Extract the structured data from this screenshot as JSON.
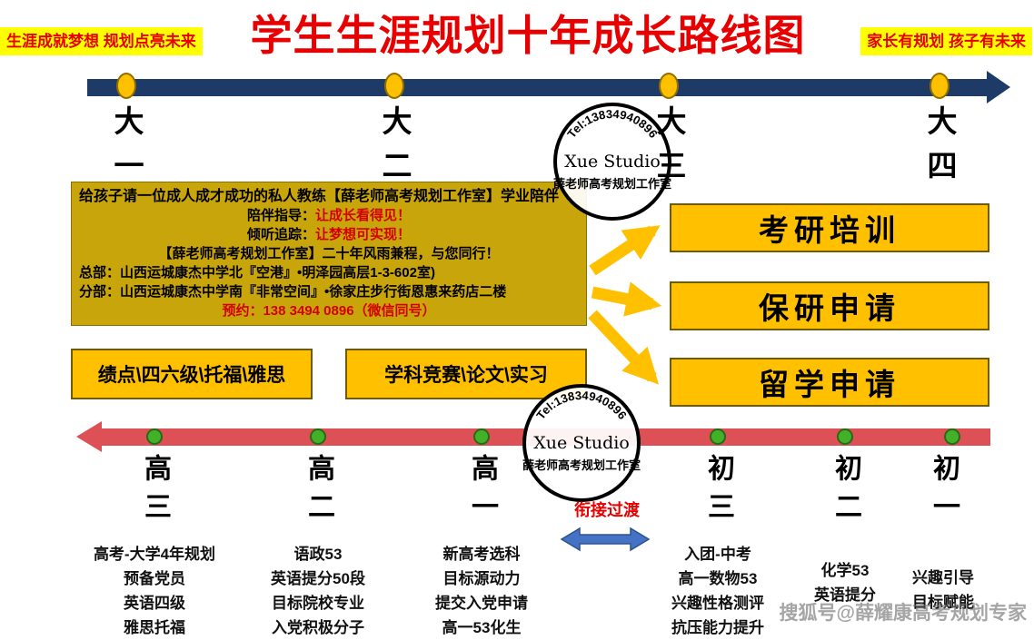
{
  "colors": {
    "title_red": "#e80000",
    "banner_yellow": "#ffff00",
    "timeline_navy": "#1e3a66",
    "timeline_red": "#dd5156",
    "marker_gold": "#ffc000",
    "marker_green": "#43b02a",
    "info_box_olive": "#c7a50b",
    "transition_blue": "#4472c4"
  },
  "header": {
    "left_banner": "生涯成就梦想  规划点亮未来",
    "title": "学生生涯规划十年成长路线图",
    "right_banner": "家长有规划 孩子有未来"
  },
  "stamp": {
    "phone": "Tel:13834940896",
    "name_en": "Xue Studio",
    "name_cn": "薛老师高考规划工作室"
  },
  "university_timeline": {
    "stages": [
      {
        "label": "大一"
      },
      {
        "label": "大二"
      },
      {
        "label": "大三"
      },
      {
        "label": "大四"
      }
    ]
  },
  "info_box": {
    "line1": "给孩子请一位成人成才成功的私人教练【薛老师高考规划工作室】学业陪伴",
    "line2_label": "陪伴指导：",
    "line2_value": "让成长看得见！",
    "line3_label": "倾听追踪：",
    "line3_value": "让梦想可实现！",
    "line4": "【薛老师高考规划工作室】二十年风雨兼程，与您同行！",
    "line5": "总部：山西运城康杰中学北『空港』•明泽园高层1-3-602室)",
    "line6": "分部：山西运城康杰中学南『非常空间』•徐家庄步行街恩惠来药店二楼",
    "line7": "预约：138 3494 0896（微信同号）"
  },
  "path_boxes": [
    {
      "label": "考研培训"
    },
    {
      "label": "保研申请"
    },
    {
      "label": "留学申请"
    }
  ],
  "skill_boxes": [
    {
      "label": "绩点\\四六级\\托福\\雅思"
    },
    {
      "label": "学科竞赛\\论文\\实习"
    }
  ],
  "school_timeline": {
    "stages": [
      {
        "label": "高三",
        "items": [
          "高考-大学4年规划",
          "预备党员",
          "英语四级",
          "雅思托福"
        ]
      },
      {
        "label": "高二",
        "items": [
          "语政53",
          "英语提分50段",
          "目标院校专业",
          "入党积极分子"
        ]
      },
      {
        "label": "高一",
        "items": [
          "新高考选科",
          "目标源动力",
          "提交入党申请",
          "高一53化生"
        ]
      },
      {
        "label": "初三",
        "items": [
          "入团-中考",
          "高一数物53",
          "兴趣性格测评",
          "抗压能力提升"
        ]
      },
      {
        "label": "初二",
        "items": [
          "化学53",
          "英语提分"
        ]
      },
      {
        "label": "初一",
        "items": [
          "兴趣引导",
          "目标赋能"
        ]
      }
    ]
  },
  "transition": {
    "label": "衔接过渡"
  },
  "watermark": "搜狐号@薛耀康高考规划专家"
}
